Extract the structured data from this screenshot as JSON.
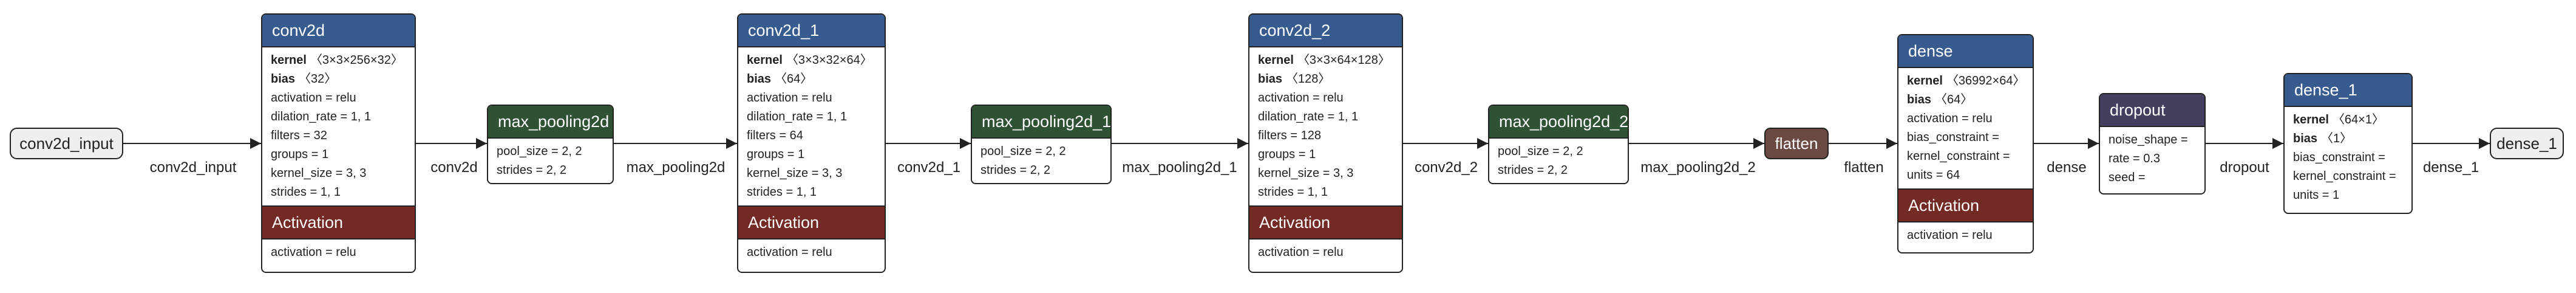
{
  "diagram": {
    "nodes": {
      "input": {
        "label": "conv2d_input"
      },
      "conv2d": {
        "title": "conv2d",
        "color": "#375a8f",
        "kernel": "kernel",
        "kernel_shape": "〈3×3×256×32〉",
        "bias": "bias",
        "bias_shape": "〈32〉",
        "props": [
          "activation = relu",
          "dilation_rate = 1, 1",
          "filters = 32",
          "groups = 1",
          "kernel_size = 3, 3",
          "strides = 1, 1"
        ],
        "act_title": "Activation",
        "act_prop": "activation = relu"
      },
      "pool": {
        "title": "max_pooling2d",
        "color": "#2e5233",
        "props": [
          "pool_size = 2, 2",
          "strides = 2, 2"
        ]
      },
      "conv2d_1": {
        "title": "conv2d_1",
        "color": "#375a8f",
        "kernel": "kernel",
        "kernel_shape": "〈3×3×32×64〉",
        "bias": "bias",
        "bias_shape": "〈64〉",
        "props": [
          "activation = relu",
          "dilation_rate = 1, 1",
          "filters = 64",
          "groups = 1",
          "kernel_size = 3, 3",
          "strides = 1, 1"
        ],
        "act_title": "Activation",
        "act_prop": "activation = relu"
      },
      "pool_1": {
        "title": "max_pooling2d_1",
        "color": "#2e5233",
        "props": [
          "pool_size = 2, 2",
          "strides = 2, 2"
        ]
      },
      "conv2d_2": {
        "title": "conv2d_2",
        "color": "#375a8f",
        "kernel": "kernel",
        "kernel_shape": "〈3×3×64×128〉",
        "bias": "bias",
        "bias_shape": "〈128〉",
        "props": [
          "activation = relu",
          "dilation_rate = 1, 1",
          "filters = 128",
          "groups = 1",
          "kernel_size = 3, 3",
          "strides = 1, 1"
        ],
        "act_title": "Activation",
        "act_prop": "activation = relu"
      },
      "pool_2": {
        "title": "max_pooling2d_2",
        "color": "#2e5233",
        "props": [
          "pool_size = 2, 2",
          "strides = 2, 2"
        ]
      },
      "flatten": {
        "label": "flatten",
        "color": "#6c4a44"
      },
      "dense": {
        "title": "dense",
        "color": "#375a8f",
        "kernel": "kernel",
        "kernel_shape": "〈36992×64〉",
        "bias": "bias",
        "bias_shape": "〈64〉",
        "props": [
          "activation = relu",
          "bias_constraint =",
          "kernel_constraint =",
          "units = 64"
        ],
        "act_title": "Activation",
        "act_prop": "activation = relu"
      },
      "dropout": {
        "title": "dropout",
        "color": "#43405f",
        "props": [
          "noise_shape =",
          "rate = 0.3",
          "seed ="
        ]
      },
      "dense_1": {
        "title": "dense_1",
        "color": "#375a8f",
        "kernel": "kernel",
        "kernel_shape": "〈64×1〉",
        "bias": "bias",
        "bias_shape": "〈1〉",
        "props": [
          "bias_constraint =",
          "kernel_constraint =",
          "units = 1"
        ]
      },
      "output": {
        "label": "dense_1"
      }
    },
    "edges": [
      "conv2d_input",
      "conv2d",
      "max_pooling2d",
      "conv2d_1",
      "max_pooling2d_1",
      "conv2d_2",
      "max_pooling2d_2",
      "flatten",
      "dense",
      "dropout",
      "dense_1"
    ]
  }
}
